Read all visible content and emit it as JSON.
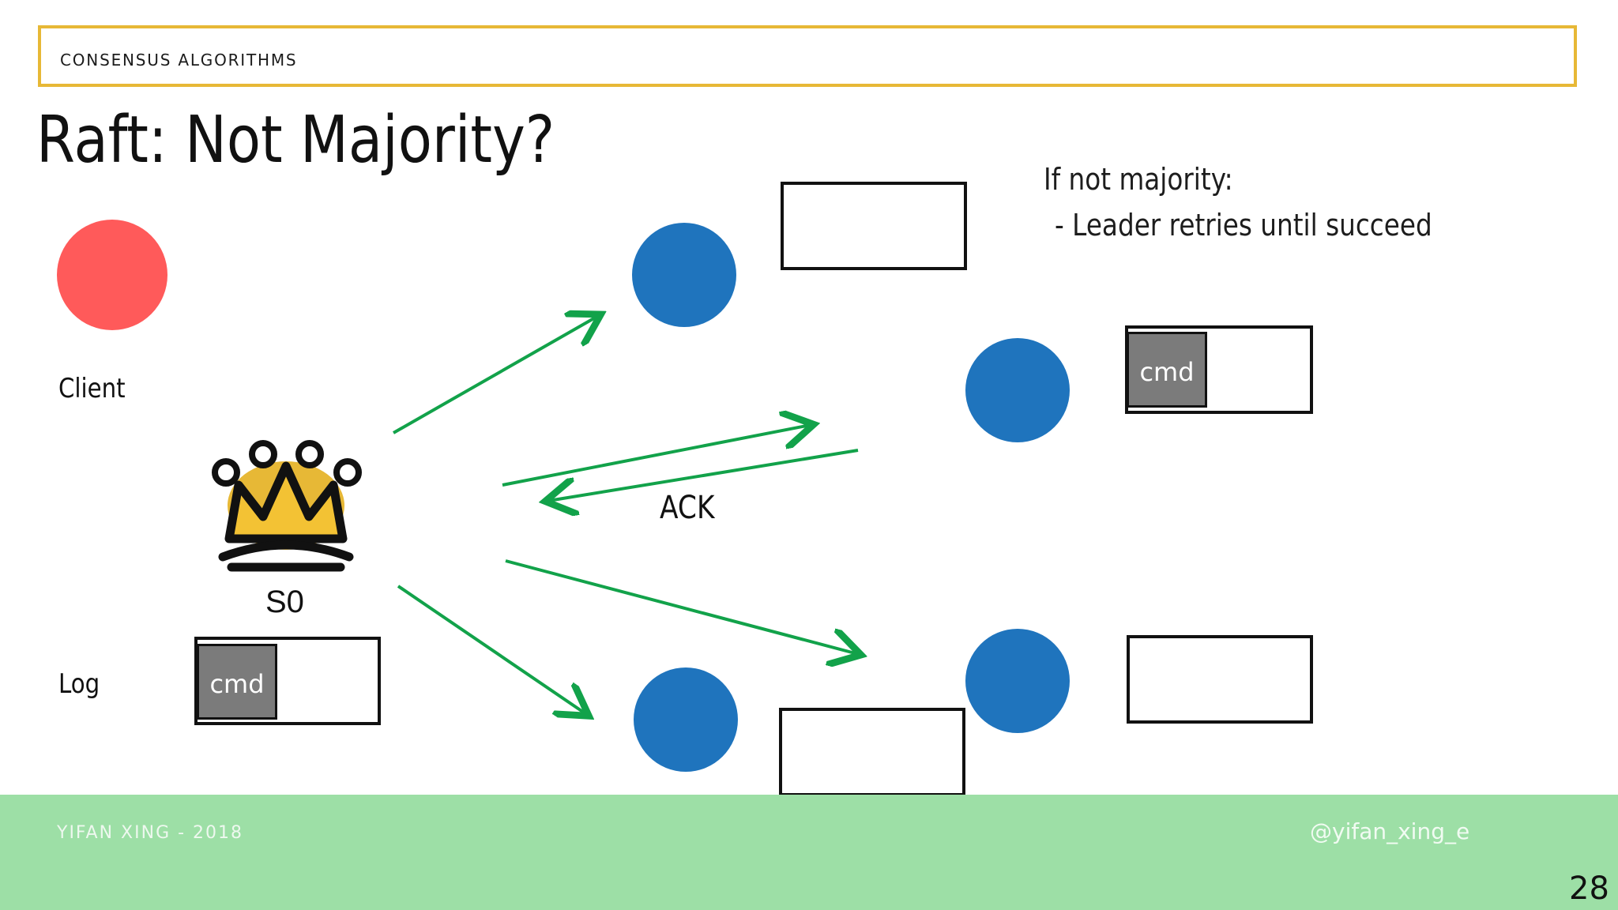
{
  "header": {
    "section": "CONSENSUS ALGORITHMS"
  },
  "slide": {
    "title": "Raft: Not Majority?",
    "note_line1": "If not majority:",
    "note_line2": "- Leader retries until succeed"
  },
  "labels": {
    "client": "Client",
    "log": "Log",
    "leader": "S0",
    "ack": "ACK",
    "cmd": "cmd"
  },
  "footer": {
    "author": "YIFAN XING - 2018",
    "handle": "@yifan_xing_e",
    "page": "28"
  },
  "colors": {
    "header_border": "#e7b836",
    "client": "#ff5a5a",
    "node": "#1f74bd",
    "arrow": "#12a24a",
    "footer": "#9ddfa6",
    "crown": "#e7b836",
    "cmd": "#7b7b7b"
  },
  "icons": {
    "leader": "crown-icon"
  }
}
